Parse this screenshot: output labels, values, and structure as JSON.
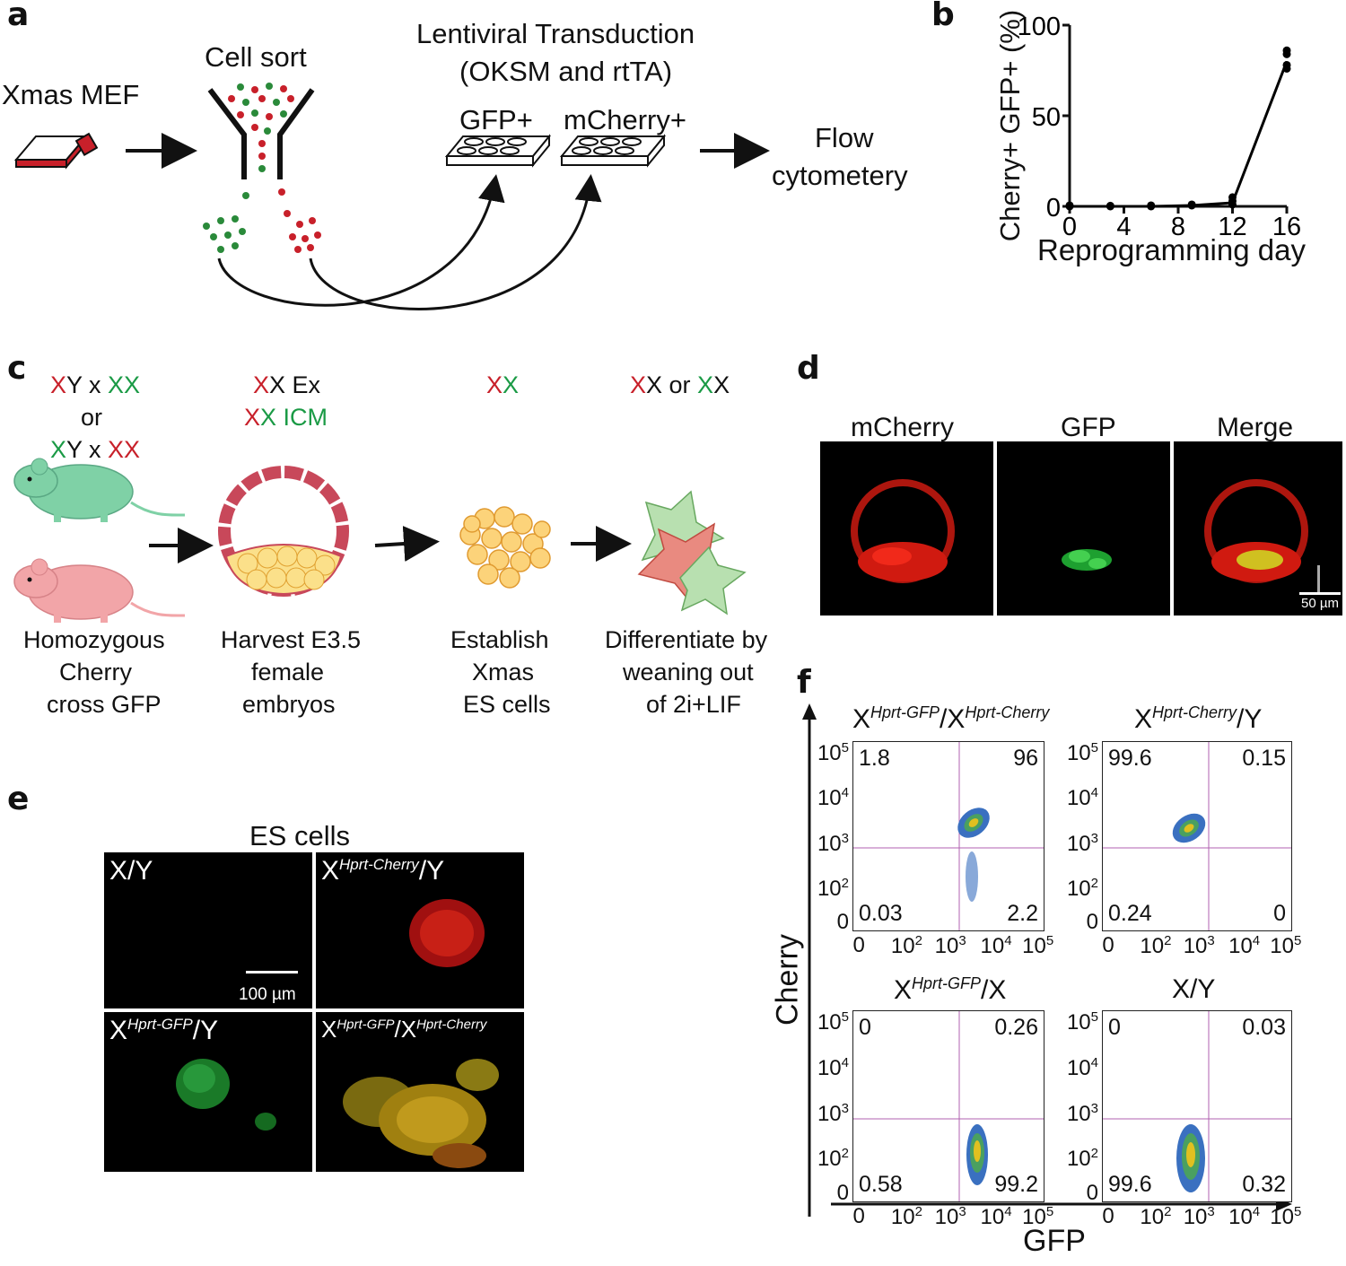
{
  "panel_labels": {
    "a": "a",
    "b": "b",
    "c": "c",
    "d": "d",
    "e": "e",
    "f": "f"
  },
  "panel_a": {
    "xmas_mef": "Xmas MEF",
    "cell_sort": "Cell sort",
    "lenti_line1": "Lentiviral Transduction",
    "lenti_line2": "(OKSM and rtTA)",
    "gfp_plus": "GFP+",
    "mcherry_plus": "mCherry+",
    "flow_line1": "Flow",
    "flow_line2": "cytometery"
  },
  "chart_data": {
    "type": "scatter",
    "title": "",
    "xlabel": "Reprogramming day",
    "ylabel": "Cherry+ GFP+ (%)",
    "xlim": [
      0,
      16
    ],
    "ylim": [
      0,
      100
    ],
    "xticks": [
      "0",
      "4",
      "8",
      "12",
      "16"
    ],
    "yticks": [
      "0",
      "50",
      "100"
    ],
    "x": [
      0,
      3,
      6,
      9,
      12,
      16
    ],
    "series": [
      {
        "values": [
          0,
          0,
          0,
          0.5,
          2,
          80
        ]
      }
    ],
    "points": [
      {
        "x": 0,
        "y": 0
      },
      {
        "x": 0,
        "y": 0.5
      },
      {
        "x": 3,
        "y": 0
      },
      {
        "x": 3,
        "y": 0.3
      },
      {
        "x": 6,
        "y": 0
      },
      {
        "x": 6,
        "y": 0.5
      },
      {
        "x": 9,
        "y": 0.5
      },
      {
        "x": 9,
        "y": 1
      },
      {
        "x": 12,
        "y": 1
      },
      {
        "x": 12,
        "y": 3
      },
      {
        "x": 12,
        "y": 5
      },
      {
        "x": 16,
        "y": 76
      },
      {
        "x": 16,
        "y": 78
      },
      {
        "x": 16,
        "y": 84
      },
      {
        "x": 16,
        "y": 86
      }
    ],
    "colors": {
      "line": "#000000"
    }
  },
  "panel_c": {
    "cross1_a": "X",
    "cross1_b": "Y x ",
    "cross1_c": "XX",
    "or": "or",
    "cross2_a": "X",
    "cross2_b": "Y x ",
    "cross2_c": "XX",
    "ex_a": "X",
    "ex_b": "X Ex",
    "icm_a": "X",
    "icm_b": "X ICM",
    "es_a": "X",
    "es_b": "X",
    "diff_a": "X",
    "diff_b": "X or ",
    "diff_c": "X",
    "diff_d": "X",
    "step1": [
      "Homozygous",
      "Cherry",
      "cross GFP"
    ],
    "step2": [
      "Harvest E3.5",
      "female",
      "embryos"
    ],
    "step3": [
      "Establish",
      "Xmas",
      "ES cells"
    ],
    "step4": [
      "Differentiate by",
      "weaning out",
      "of 2i+LIF"
    ],
    "colors": {
      "red": "#c8202a",
      "green": "#1a9a45"
    }
  },
  "panel_d": {
    "mcherry": "mCherry",
    "gfp": "GFP",
    "merge": "Merge",
    "scale": "50 µm"
  },
  "panel_e": {
    "title": "ES cells",
    "xy": "X/Y",
    "cherry_y_x": "X",
    "cherry_y_sup": "Hprt-Cherry",
    "cherry_y_rest": "/Y",
    "gfp_y_x": "X",
    "gfp_y_sup": "Hprt-GFP",
    "gfp_y_rest": "/Y",
    "dual_x": "X",
    "dual_sup1": "Hprt-GFP",
    "dual_mid": "/X",
    "dual_sup2": "Hprt-Cherry",
    "scale": "100 µm"
  },
  "panel_f": {
    "y_axis": "Cherry",
    "x_axis": "GFP",
    "plots": [
      {
        "t1": "X",
        "s1": "Hprt-GFP",
        "t2": "/X",
        "s2": "Hprt-Cherry",
        "t3": "",
        "ul": "1.8",
        "ur": "96",
        "ll": "0.03",
        "lr": "2.2"
      },
      {
        "t1": "X",
        "s1": "Hprt-Cherry",
        "t2": "/Y",
        "s2": "",
        "t3": "",
        "ul": "99.6",
        "ur": "0.15",
        "ll": "0.24",
        "lr": "0"
      },
      {
        "t1": "X",
        "s1": "Hprt-GFP",
        "t2": "/X",
        "s2": "",
        "t3": "",
        "ul": "0",
        "ur": "0.26",
        "ll": "0.58",
        "lr": "99.2"
      },
      {
        "t1": "X/Y",
        "s1": "",
        "t2": "",
        "s2": "",
        "t3": "",
        "ul": "0",
        "ur": "0.03",
        "ll": "99.6",
        "lr": "0.32"
      }
    ],
    "yticks": [
      "10",
      "10",
      "10",
      "10",
      "0"
    ],
    "yticks_sup": [
      "5",
      "4",
      "3",
      "2",
      ""
    ],
    "xticks": [
      "0",
      "10",
      "10",
      "10",
      "10"
    ],
    "xticks_sup": [
      "",
      "2",
      "3",
      "4",
      "5"
    ],
    "gate_color": "#b060b0"
  }
}
